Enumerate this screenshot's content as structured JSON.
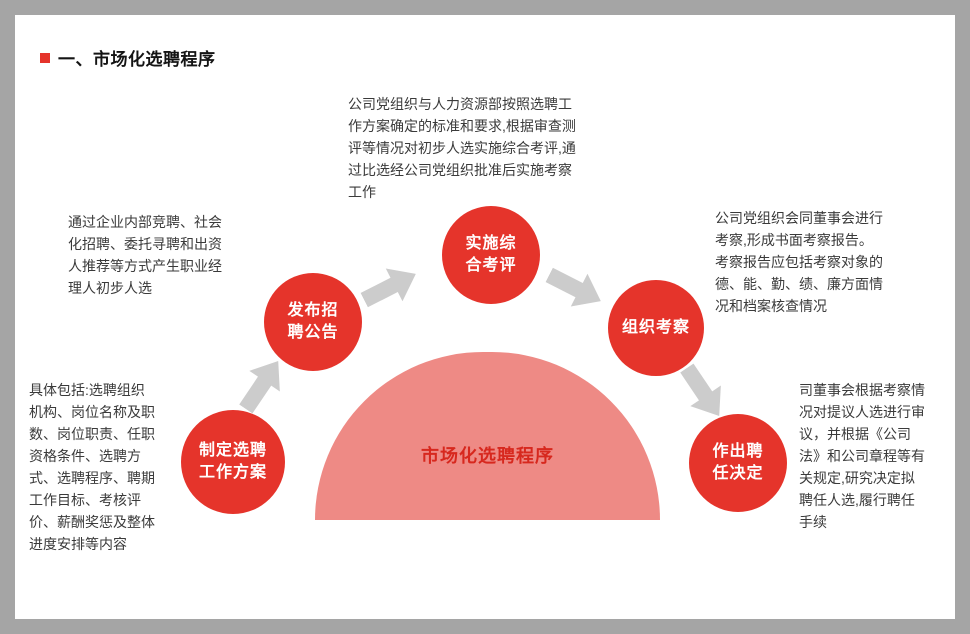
{
  "page": {
    "title": "一、市场化选聘程序"
  },
  "diagram": {
    "center_label": "市场化选聘程序",
    "steps": [
      {
        "label": "制定选聘\n工作方案"
      },
      {
        "label": "发布招\n聘公告"
      },
      {
        "label": "实施综\n合考评"
      },
      {
        "label": "组织考察"
      },
      {
        "label": "作出聘\n任决定"
      }
    ],
    "notes": {
      "plan": "具体包括:选聘组织\n机构、岗位名称及职\n数、岗位职责、任职\n资格条件、选聘方\n式、选聘程序、聘期\n工作目标、考核评\n价、薪酬奖惩及整体\n进度安排等内容",
      "announce": "通过企业内部竞聘、社会\n化招聘、委托寻聘和出资\n人推荐等方式产生职业经\n理人初步人选",
      "evaluate": "公司党组织与人力资源部按照选聘工\n作方案确定的标准和要求,根据审查测\n评等情况对初步人选实施综合考评,通\n过比选经公司党组织批准后实施考察\n工作",
      "inspect": "公司党组织会同董事会进行\n考察,形成书面考察报告。\n考察报告应包括考察对象的\n德、能、勤、绩、廉方面情\n况和档案核查情况",
      "appoint": "司董事会根据考察情\n况对提议人选进行审\n议，并根据《公司\n法》和公司章程等有\n关规定,研究决定拟\n聘任人选,履行聘任\n手续"
    },
    "colors": {
      "circle": "#e5342b",
      "dome": "#ee8a85",
      "dome_text": "#d7281e",
      "arrow": "#cccccc",
      "frame": "#a5a5a5"
    }
  }
}
